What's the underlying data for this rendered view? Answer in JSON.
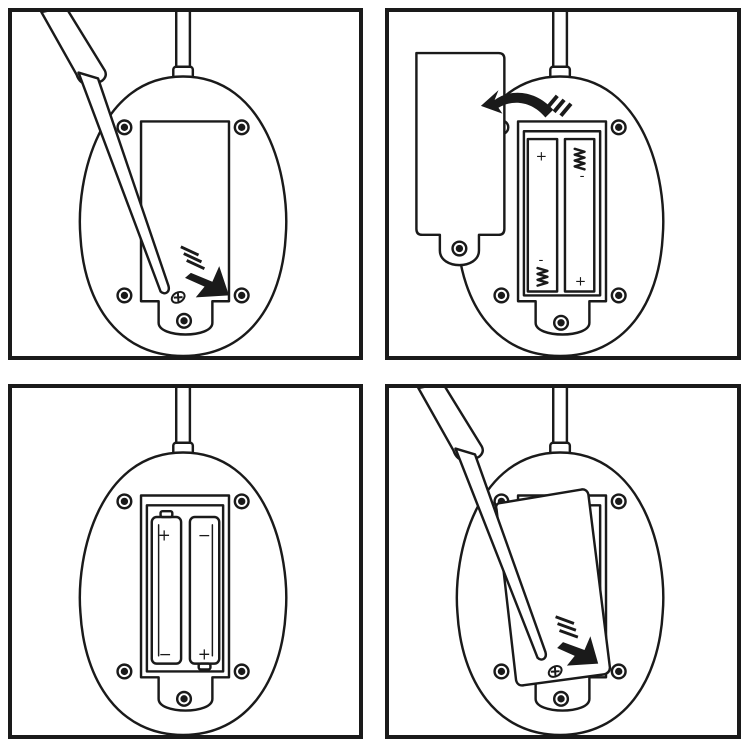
{
  "steps": [
    {
      "id": "step-1",
      "battery_symbols": []
    },
    {
      "id": "step-2",
      "battery_symbols": [
        {
          "label": "+"
        },
        {
          "label": "-"
        },
        {
          "label": "-"
        },
        {
          "label": "+"
        }
      ]
    },
    {
      "id": "step-3",
      "battery_symbols": [
        {
          "label": "+"
        },
        {
          "label": "−"
        },
        {
          "label": "−"
        },
        {
          "label": "+"
        }
      ]
    },
    {
      "id": "step-4",
      "battery_symbols": []
    }
  ],
  "colors": {
    "ink": "#1a1a1a",
    "paper": "#ffffff"
  }
}
